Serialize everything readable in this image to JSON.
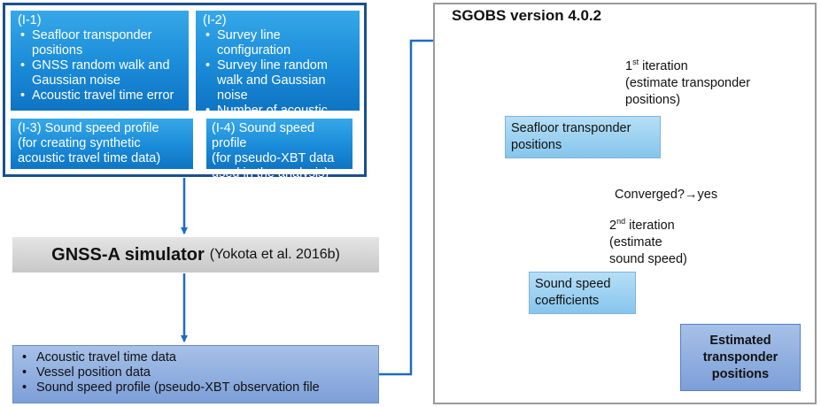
{
  "inputs": {
    "i1": {
      "heading": "(I-1)",
      "items": [
        "Seafloor transponder positions",
        "GNSS random walk and Gaussian noise",
        "Acoustic travel time error"
      ]
    },
    "i2": {
      "heading": "(I-2)",
      "items": [
        "Survey line configuration",
        "Survey line random walk and Gaussian noise",
        "Number of acoustic shots and shot intervals"
      ]
    },
    "i3": {
      "line1": "(I-3) Sound speed profile",
      "line2": "(for creating synthetic",
      "line3": "acoustic travel time data)"
    },
    "i4": {
      "line1": "(I-4) Sound speed profile",
      "line2": "(for pseudo-XBT data",
      "line3": "used in the analysis)"
    }
  },
  "simulator": {
    "title": "GNSS-A simulator",
    "citation": "(Yokota et al. 2016b)"
  },
  "data": {
    "items": [
      "Acoustic travel time data",
      "Vessel position data",
      "Sound speed profile (pseudo-XBT observation file"
    ]
  },
  "sgobs": {
    "title": "SGOBS version 4.0.2",
    "iter1": {
      "num": "1",
      "sup": "st",
      "word": " iteration",
      "line2": "(estimate transponder",
      "line3": "positions)"
    },
    "box1": {
      "line1": "Seafloor transponder",
      "line2": "positions"
    },
    "converged": "Converged?→yes",
    "iter2": {
      "num": "2",
      "sup": "nd",
      "word": " iteration",
      "line2": "(estimate",
      "line3": "sound speed)"
    },
    "box2": {
      "line1": "Sound speed",
      "line2": "coefficients"
    },
    "result": {
      "line1": "Estimated",
      "line2": "transponder",
      "line3": "positions"
    }
  },
  "colors": {
    "arrow": "#1b6cc4",
    "input_border": "#1a4f8f",
    "node": "#1b6cc4"
  }
}
